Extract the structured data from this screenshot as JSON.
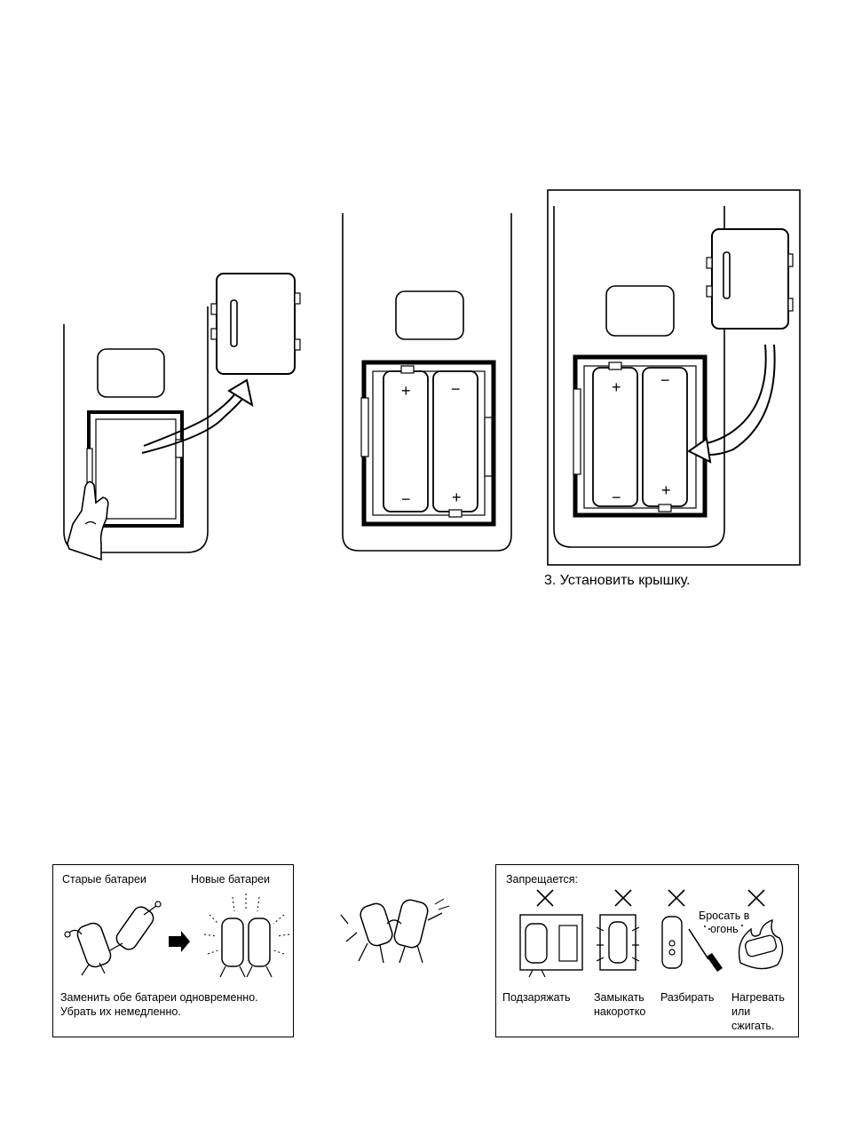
{
  "step3": {
    "caption": "3.  Установить крышку."
  },
  "battery_panel": {
    "old_label": "Старые батареи",
    "new_label": "Новые батареи",
    "instruction_line1": "Заменить обе батареи одновременно.",
    "instruction_line2": "Убрать их немедленно."
  },
  "warning_panel": {
    "title": "Запрещается:",
    "items": [
      {
        "label": "Подзаряжать"
      },
      {
        "label_line1": "Замыкать",
        "label_line2": "накоротко"
      },
      {
        "label": "Разбирать"
      },
      {
        "label_line1": "Нагревать",
        "label_line2": "или",
        "label_line3": "сжигать."
      }
    ],
    "fire_label_line1": "Бросать в",
    "fire_label_line2": "огонь"
  },
  "battery_marks": {
    "plus": "+",
    "minus": "−"
  },
  "icons": [
    "hand-icon",
    "arrow-icon",
    "battery-icon",
    "cross-icon",
    "fire-icon",
    "screwdriver-icon"
  ]
}
